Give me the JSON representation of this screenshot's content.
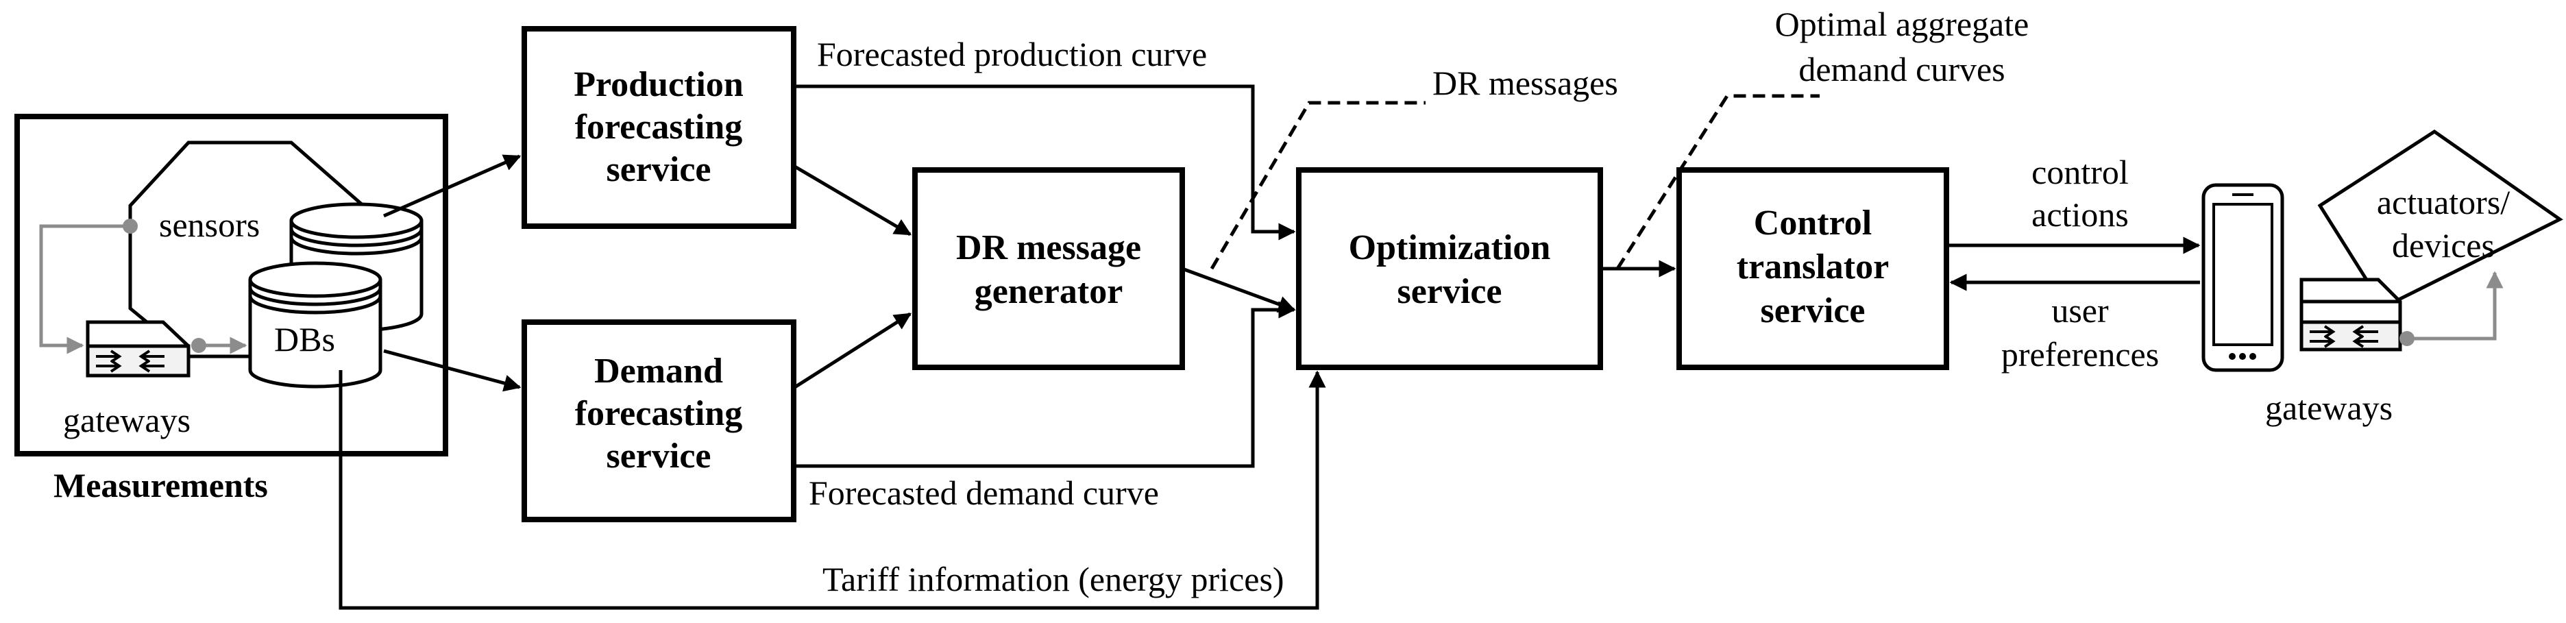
{
  "measurements": {
    "title": "Measurements",
    "sensors_label": "sensors",
    "dbs_label": "DBs",
    "gateways_label": "gateways"
  },
  "boxes": {
    "production": [
      "Production",
      "forecasting",
      "service"
    ],
    "demand": [
      "Demand",
      "forecasting",
      "service"
    ],
    "dr_generator": [
      "DR message",
      "generator"
    ],
    "optimization": [
      "Optimization",
      "service"
    ],
    "control": [
      "Control",
      "translator",
      "service"
    ]
  },
  "labels": {
    "forecasted_production": "Forecasted production curve",
    "forecasted_demand": "Forecasted demand curve",
    "tariff": "Tariff information (energy prices)",
    "dr_messages": "DR messages",
    "optimal_curves": [
      "Optimal aggregate",
      "demand curves"
    ],
    "control_actions": [
      "control",
      "actions"
    ],
    "user_preferences": [
      "user",
      "preferences"
    ]
  },
  "device_side": {
    "actuators_label": [
      "actuators/",
      "devices"
    ],
    "gateways_label": "gateways"
  },
  "colors": {
    "stroke": "#000000",
    "gateway_link": "#8c8c8c",
    "background": "#ffffff"
  }
}
